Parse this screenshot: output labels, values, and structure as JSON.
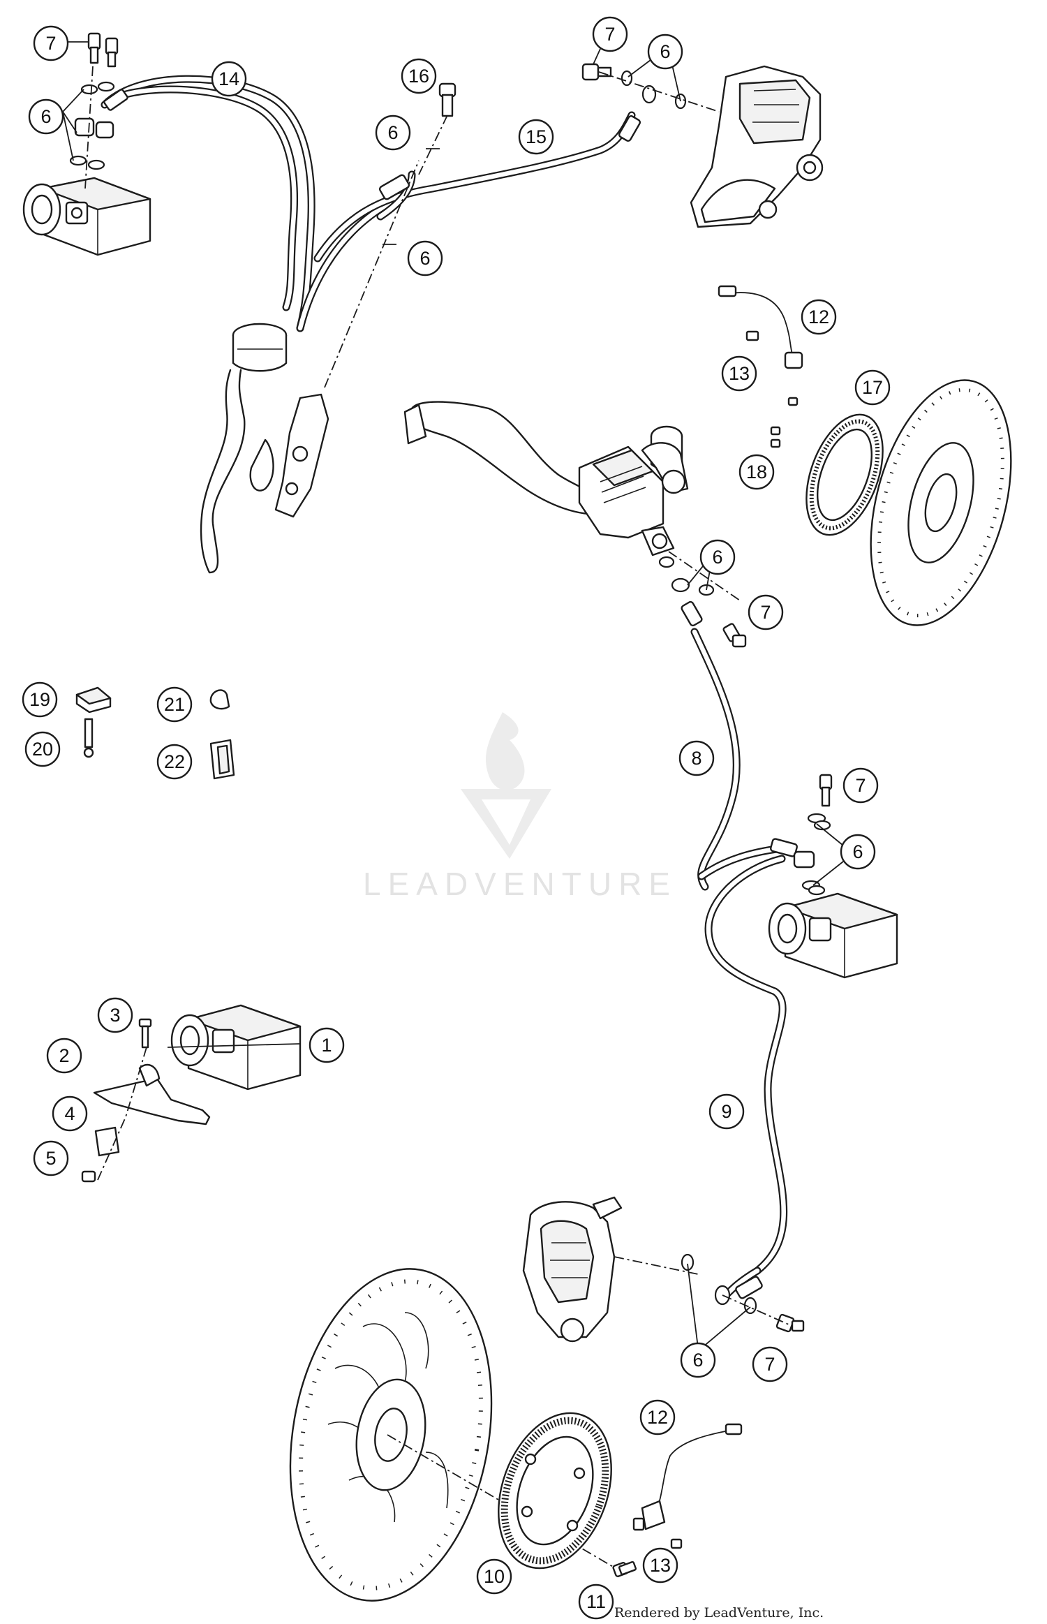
{
  "credit": "Rendered by LeadVenture, Inc.",
  "watermark": "LEADVENTURE",
  "callouts": [
    {
      "id": "c7a",
      "label": "7"
    },
    {
      "id": "c6a",
      "label": "6"
    },
    {
      "id": "c14",
      "label": "14"
    },
    {
      "id": "c16",
      "label": "16"
    },
    {
      "id": "c6b",
      "label": "6"
    },
    {
      "id": "c15",
      "label": "15"
    },
    {
      "id": "c6c",
      "label": "6"
    },
    {
      "id": "c7b",
      "label": "7"
    },
    {
      "id": "c6d",
      "label": "6"
    },
    {
      "id": "c12a",
      "label": "12"
    },
    {
      "id": "c13a",
      "label": "13"
    },
    {
      "id": "c17",
      "label": "17"
    },
    {
      "id": "c18",
      "label": "18"
    },
    {
      "id": "c6e",
      "label": "6"
    },
    {
      "id": "c7c",
      "label": "7"
    },
    {
      "id": "c19",
      "label": "19"
    },
    {
      "id": "c20",
      "label": "20"
    },
    {
      "id": "c21",
      "label": "21"
    },
    {
      "id": "c22",
      "label": "22"
    },
    {
      "id": "c8",
      "label": "8"
    },
    {
      "id": "c7d",
      "label": "7"
    },
    {
      "id": "c6f",
      "label": "6"
    },
    {
      "id": "c3",
      "label": "3"
    },
    {
      "id": "c1",
      "label": "1"
    },
    {
      "id": "c2",
      "label": "2"
    },
    {
      "id": "c4",
      "label": "4"
    },
    {
      "id": "c5",
      "label": "5"
    },
    {
      "id": "c9",
      "label": "9"
    },
    {
      "id": "c6g",
      "label": "6"
    },
    {
      "id": "c7e",
      "label": "7"
    },
    {
      "id": "c12b",
      "label": "12"
    },
    {
      "id": "c10",
      "label": "10"
    },
    {
      "id": "c11",
      "label": "11"
    },
    {
      "id": "c13b",
      "label": "13"
    }
  ]
}
